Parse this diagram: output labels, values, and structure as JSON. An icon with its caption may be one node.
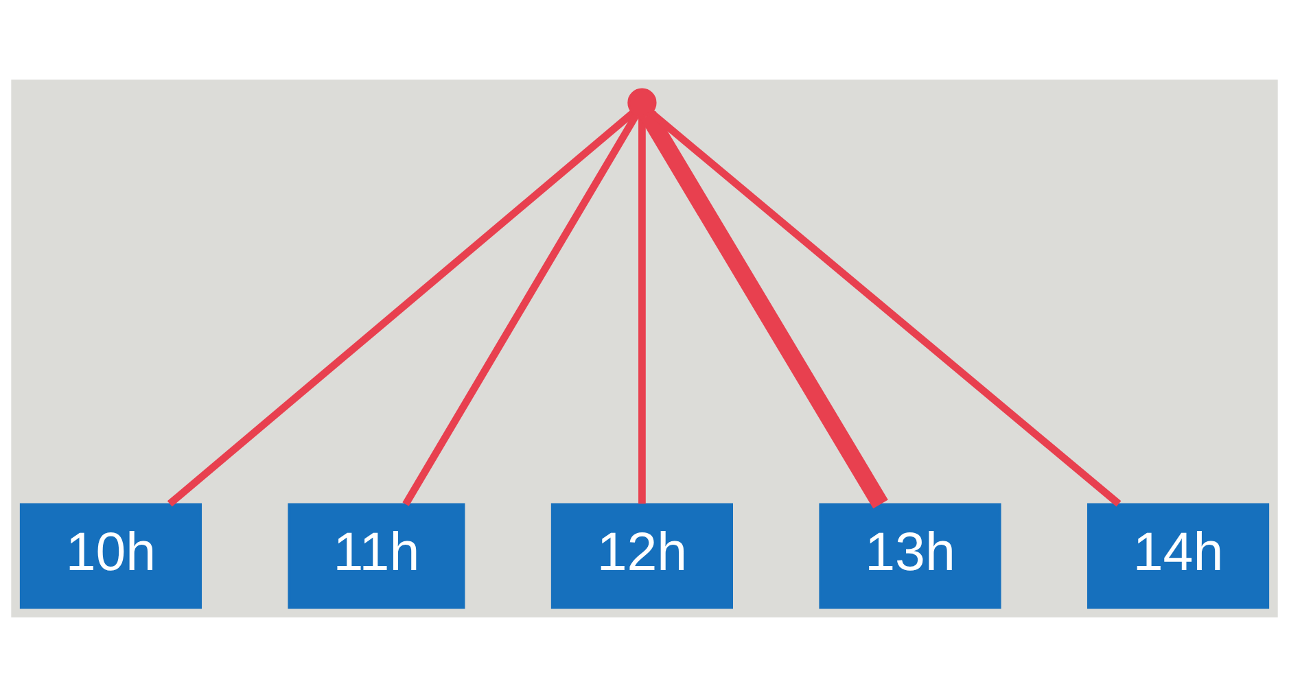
{
  "diagram": {
    "nodes": [
      {
        "text": [],
        "shape": "circle"
      },
      {
        "text": [
          "10h"
        ]
      },
      {
        "text": [
          "11h"
        ]
      },
      {
        "text": [
          "12h"
        ]
      },
      {
        "text": [
          "13h"
        ]
      },
      {
        "text": [
          "14h"
        ]
      }
    ],
    "edges": [
      {
        "from": 0,
        "to": 1,
        "arrow": "none"
      },
      {
        "from": 0,
        "to": 2,
        "arrow": "none"
      },
      {
        "from": 0,
        "to": 3,
        "arrow": "none"
      },
      {
        "from": 0,
        "to": 4,
        "arrow": "none",
        "style": "thick"
      },
      {
        "from": 0,
        "to": 5,
        "arrow": "none"
      }
    ]
  }
}
